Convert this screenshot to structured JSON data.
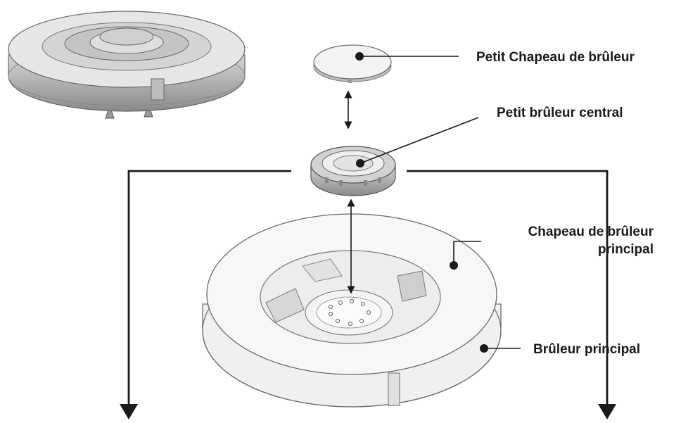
{
  "labels": {
    "small_cap": "Petit Chapeau de brûleur",
    "small_burner": "Petit brûleur central",
    "main_cap_line1": "Chapeau de brûleur",
    "main_cap_line2": "principal",
    "main_burner": "Brûleur principal"
  },
  "colors": {
    "line": "#1a1a1a",
    "part_stroke": "#6b6b6b",
    "part_fill": "#f2f2f2",
    "part_shade": "#cfcfcf",
    "background": "#ffffff"
  }
}
